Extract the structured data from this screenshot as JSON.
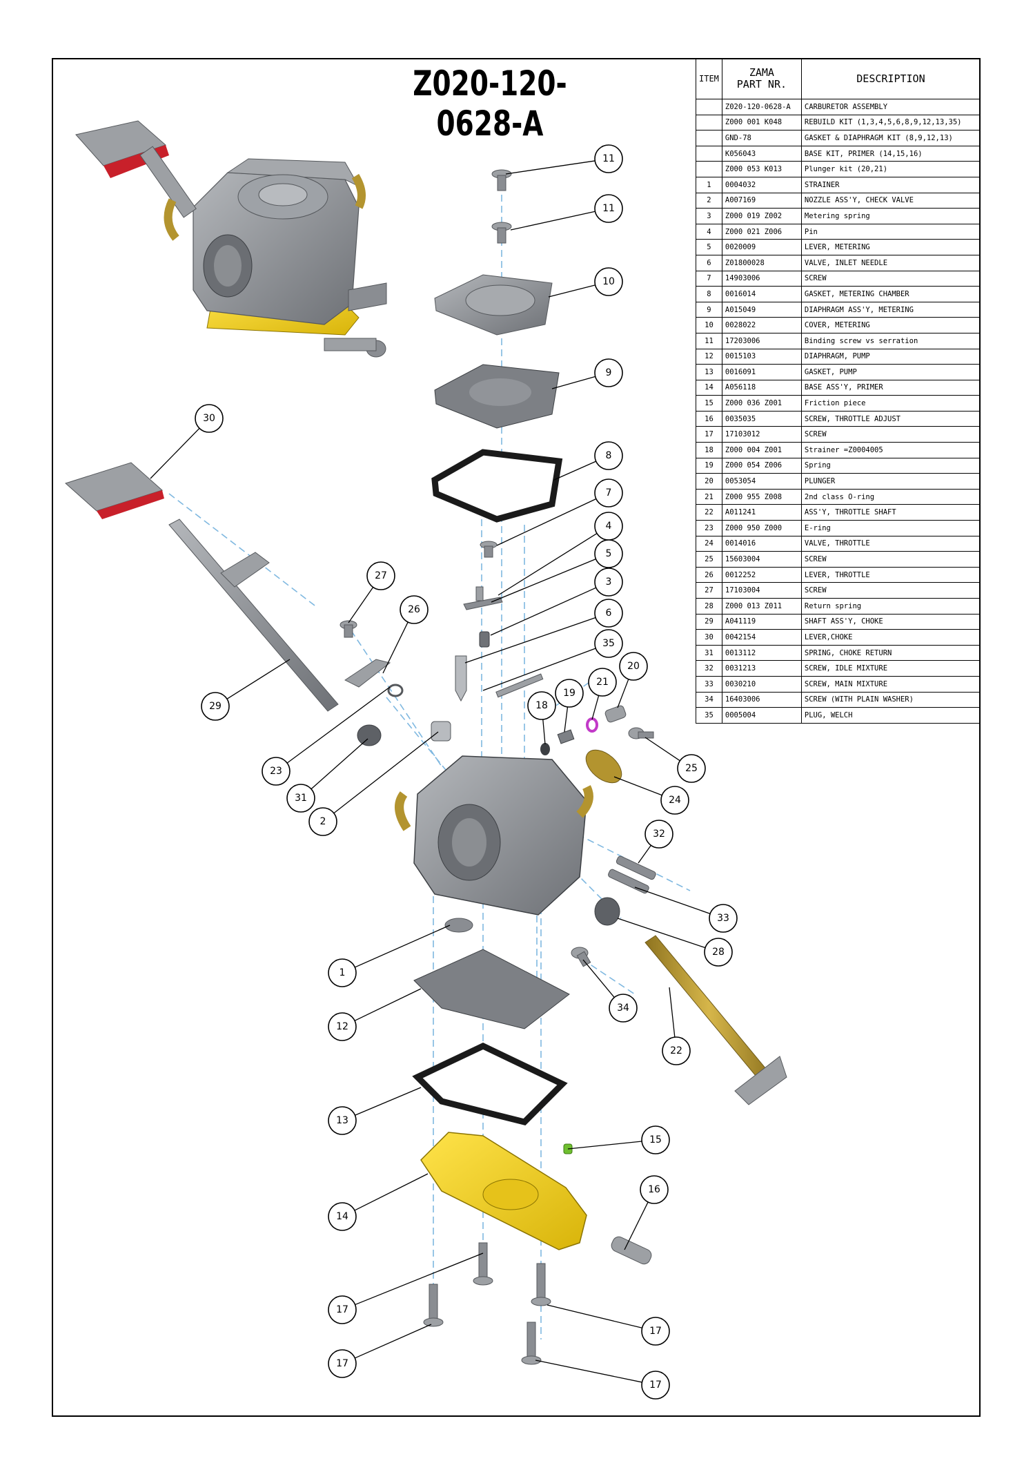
{
  "drawing": {
    "title": "Z020-120-0628-A"
  },
  "table": {
    "headers": {
      "item": "ITEM",
      "part_line1": "ZAMA",
      "part_line2": "PART NR.",
      "description": "DESCRIPTION"
    },
    "rows": [
      {
        "item": "",
        "part": "Z020-120-0628-A",
        "desc": "CARBURETOR ASSEMBLY"
      },
      {
        "item": "",
        "part": "Z000 001 K048",
        "desc": "REBUILD KIT (1,3,4,5,6,8,9,12,13,35)"
      },
      {
        "item": "",
        "part": "GND-78",
        "desc": "GASKET & DIAPHRAGM KIT (8,9,12,13)"
      },
      {
        "item": "",
        "part": "K056043",
        "desc": "BASE KIT, PRIMER (14,15,16)"
      },
      {
        "item": "",
        "part": "Z000 053 K013",
        "desc": "Plunger kit (20,21)"
      },
      {
        "item": "1",
        "part": "0004032",
        "desc": "STRAINER"
      },
      {
        "item": "2",
        "part": "A007169",
        "desc": "NOZZLE ASS'Y, CHECK VALVE"
      },
      {
        "item": "3",
        "part": "Z000 019 Z002",
        "desc": "Metering spring"
      },
      {
        "item": "4",
        "part": "Z000 021 Z006",
        "desc": "Pin"
      },
      {
        "item": "5",
        "part": "0020009",
        "desc": "LEVER, METERING"
      },
      {
        "item": "6",
        "part": "Z01800028",
        "desc": "VALVE, INLET NEEDLE"
      },
      {
        "item": "7",
        "part": "14903006",
        "desc": "SCREW"
      },
      {
        "item": "8",
        "part": "0016014",
        "desc": "GASKET, METERING CHAMBER"
      },
      {
        "item": "9",
        "part": "A015049",
        "desc": "DIAPHRAGM ASS'Y, METERING"
      },
      {
        "item": "10",
        "part": "0028022",
        "desc": "COVER, METERING"
      },
      {
        "item": "11",
        "part": "17203006",
        "desc": "Binding screw vs serration"
      },
      {
        "item": "12",
        "part": "0015103",
        "desc": "DIAPHRAGM, PUMP"
      },
      {
        "item": "13",
        "part": "0016091",
        "desc": "GASKET, PUMP"
      },
      {
        "item": "14",
        "part": "A056118",
        "desc": "BASE ASS'Y, PRIMER"
      },
      {
        "item": "15",
        "part": "Z000 036 Z001",
        "desc": "Friction piece"
      },
      {
        "item": "16",
        "part": "0035035",
        "desc": "SCREW, THROTTLE ADJUST"
      },
      {
        "item": "17",
        "part": "17103012",
        "desc": "SCREW"
      },
      {
        "item": "18",
        "part": "Z000 004 Z001",
        "desc": "Strainer =Z0004005"
      },
      {
        "item": "19",
        "part": "Z000 054 Z006",
        "desc": "Spring"
      },
      {
        "item": "20",
        "part": "0053054",
        "desc": "PLUNGER"
      },
      {
        "item": "21",
        "part": "Z000 955 Z008",
        "desc": "2nd class O-ring"
      },
      {
        "item": "22",
        "part": "A011241",
        "desc": "ASS'Y, THROTTLE SHAFT"
      },
      {
        "item": "23",
        "part": "Z000 950 Z000",
        "desc": "E-ring"
      },
      {
        "item": "24",
        "part": "0014016",
        "desc": "VALVE, THROTTLE"
      },
      {
        "item": "25",
        "part": "15603004",
        "desc": "SCREW"
      },
      {
        "item": "26",
        "part": "0012252",
        "desc": "LEVER, THROTTLE"
      },
      {
        "item": "27",
        "part": "17103004",
        "desc": "SCREW"
      },
      {
        "item": "28",
        "part": "Z000 013 Z011",
        "desc": "Return spring"
      },
      {
        "item": "29",
        "part": "A041119",
        "desc": "SHAFT ASS'Y, CHOKE"
      },
      {
        "item": "30",
        "part": "0042154",
        "desc": "LEVER,CHOKE"
      },
      {
        "item": "31",
        "part": "0013112",
        "desc": "SPRING, CHOKE RETURN"
      },
      {
        "item": "32",
        "part": "0031213",
        "desc": "SCREW, IDLE MIXTURE"
      },
      {
        "item": "33",
        "part": "0030210",
        "desc": "SCREW, MAIN MIXTURE"
      },
      {
        "item": "34",
        "part": "16403006",
        "desc": "SCREW (WITH PLAIN WASHER)"
      },
      {
        "item": "35",
        "part": "0005004",
        "desc": "PLUG, WELCH"
      }
    ]
  },
  "callouts": [
    "11",
    "11",
    "10",
    "9",
    "8",
    "7",
    "4",
    "5",
    "3",
    "6",
    "35",
    "20",
    "21",
    "19",
    "18",
    "30",
    "27",
    "26",
    "29",
    "23",
    "31",
    "2",
    "25",
    "24",
    "32",
    "33",
    "28",
    "1",
    "34",
    "12",
    "22",
    "13",
    "15",
    "16",
    "14",
    "17",
    "17",
    "17",
    "17"
  ],
  "colors": {
    "body_gray": "#8a8d92",
    "primer_yellow": "#f2cf12",
    "brass": "#b3942f",
    "red_accent": "#c8202a",
    "leader_axis": "#7fb8e0",
    "gasket_black": "#1a1a1a",
    "friction_green": "#6fbf2f",
    "oring_magenta": "#c23ac8"
  }
}
